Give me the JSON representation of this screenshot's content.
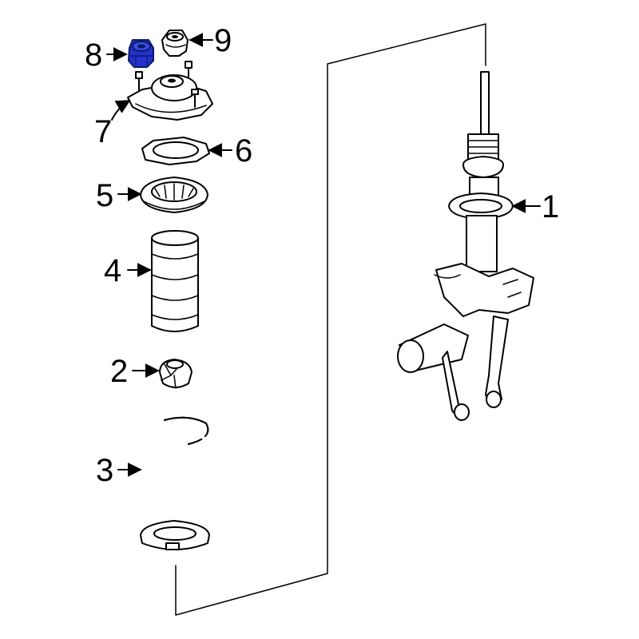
{
  "diagram": {
    "highlight_color": "#2233cc",
    "callouts": [
      {
        "id": "1",
        "label": "1",
        "part": "strut"
      },
      {
        "id": "2",
        "label": "2",
        "part": "bump-stop"
      },
      {
        "id": "3",
        "label": "3",
        "part": "coil-spring"
      },
      {
        "id": "4",
        "label": "4",
        "part": "dust-boot"
      },
      {
        "id": "5",
        "label": "5",
        "part": "spring-seat"
      },
      {
        "id": "6",
        "label": "6",
        "part": "insulator"
      },
      {
        "id": "7",
        "label": "7",
        "part": "strut-mount"
      },
      {
        "id": "8",
        "label": "8",
        "part": "mount-nut",
        "highlighted": true
      },
      {
        "id": "9",
        "label": "9",
        "part": "upper-nut"
      }
    ]
  }
}
